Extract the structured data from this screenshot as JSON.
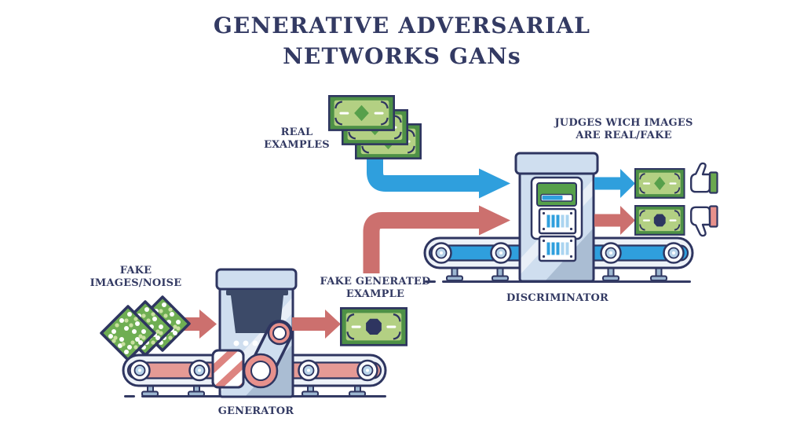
{
  "title": {
    "line1": "GENERATIVE ADVERSARIAL",
    "line2": "NETWORKS GANs"
  },
  "labels": {
    "real_examples": {
      "line1": "REAL",
      "line2": "EXAMPLES"
    },
    "judges": {
      "line1": "JUDGES WICH IMAGES",
      "line2": "ARE REAL/FAKE"
    },
    "fake_images": {
      "line1": "FAKE",
      "line2": "IMAGES/NOISE"
    },
    "fake_generated": {
      "line1": "FAKE GENERATED",
      "line2": "EXAMPLE"
    },
    "generator": "GENERATOR",
    "discriminator": "DISCRIMINATOR"
  },
  "flows": [
    {
      "from": "real examples",
      "to": "discriminator",
      "color_key": "blue"
    },
    {
      "from": "fake images/noise",
      "to": "generator",
      "color_key": "red"
    },
    {
      "from": "generator",
      "to": "fake generated example",
      "color_key": "red"
    },
    {
      "from": "fake generated example",
      "to": "discriminator",
      "color_key": "red"
    },
    {
      "from": "discriminator",
      "to": "judged real bill (thumbs up)",
      "color_key": "blue"
    },
    {
      "from": "discriminator",
      "to": "judged fake bill (thumbs down)",
      "color_key": "red"
    }
  ],
  "icons": [
    "money-stack-icon",
    "noise-images-icon",
    "generator-machine-icon",
    "generator-conveyor-icon",
    "discriminator-machine-icon",
    "discriminator-conveyor-icon",
    "bill-real-diamond-icon",
    "bill-fake-octagon-icon",
    "thumbs-up-icon",
    "thumbs-down-icon",
    "flow-arrow-icon"
  ],
  "colors": {
    "navy": "#333a63",
    "outline": "#2e3560",
    "blue": "#2f9fdd",
    "red": "#cc706e",
    "salmon": "#e59a95",
    "green_dark": "#4e9146",
    "green_light": "#b3d083",
    "green_mid": "#57a04b",
    "noise_green": "#6fae53",
    "machine": "#cfdeef",
    "machine_shade": "#aabdd3",
    "screen_dark": "#3c4a68",
    "cuff_green": "#6aa84f",
    "cuff_red": "#e8918c",
    "belt_blue": "#2f9fdd"
  }
}
